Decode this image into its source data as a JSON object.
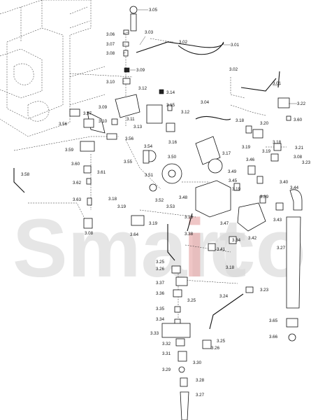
{
  "watermark": {
    "prefix": "Smart",
    "accent": "i",
    "suffix": "co",
    "accent_color": "#e8a9a9"
  },
  "labels": {
    "l305": "3.05",
    "l306": "3.06",
    "l303": "3.03",
    "l302a": "3.02",
    "l301a": "3.01",
    "l307": "3.07",
    "l308a": "3.08",
    "l309a": "3.09",
    "l310a": "3.10",
    "l312a": "3.12",
    "l314": "3.14",
    "l302b": "3.02",
    "l301b": "3.01",
    "l322": "3.22",
    "l309b": "3.09",
    "l357": "3.57",
    "l310b": "3.10",
    "l311": "3.11",
    "l313": "3.13",
    "l315": "3.15",
    "l312b": "3.12",
    "l304": "3.04",
    "l316": "3.16",
    "l356a": "3.56",
    "l318a": "3.18",
    "l320": "3.20",
    "l360a": "3.60",
    "l318b": "3.18",
    "l319a": "3.19",
    "l321": "3.21",
    "l319b": "3.19",
    "l308b": "3.08",
    "l346": "3.46",
    "l323a": "3.23",
    "l356b": "3.56",
    "l359": "3.59",
    "l354": "3.54",
    "l317": "3.17",
    "l355": "3.55",
    "l350": "3.50",
    "l349": "3.49",
    "l360b": "3.60",
    "l361": "3.61",
    "l351": "3.51",
    "l345": "3.45",
    "l319c": "3.19",
    "l340": "3.40",
    "l358": "3.58",
    "l362": "3.62",
    "l344": "3.44",
    "l352": "3.52",
    "l353": "3.53",
    "l348": "3.48",
    "l363": "3.63",
    "l339": "3.39",
    "l318c": "3.18",
    "l319d": "3.19",
    "l318d": "3.18",
    "l347": "3.47",
    "l343": "3.43",
    "l308c": "3.08",
    "l364": "3.64",
    "l319e": "3.19",
    "l338": "3.38",
    "l342": "3.42",
    "l334": "3.34",
    "l327a": "3.27",
    "l341": "3.41",
    "l325a": "3.25",
    "l326a": "3.26",
    "l318e": "3.18",
    "l337": "3.37",
    "l323b": "3.23",
    "l336": "3.36",
    "l325b": "3.25",
    "l324": "3.24",
    "l335": "3.35",
    "l334b": "3.34",
    "l365": "3.65",
    "l333": "3.33",
    "l332": "3.32",
    "l325c": "3.25",
    "l366": "3.66",
    "l331": "3.31",
    "l326b": "3.26",
    "l330": "3.30",
    "l329": "3.29",
    "l328": "3.28",
    "l327b": "3.27"
  }
}
